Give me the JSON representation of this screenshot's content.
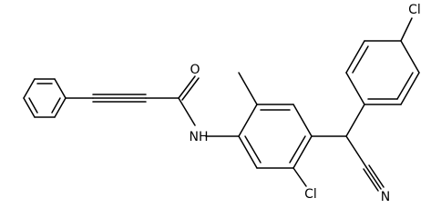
{
  "molecule": {
    "atoms": {
      "o1": "O",
      "nh": "NH",
      "cl1": "Cl",
      "cl2": "Cl",
      "n1": "N"
    }
  },
  "colors": {
    "bond": "#000000",
    "label": "#000000",
    "background": "#ffffff"
  }
}
